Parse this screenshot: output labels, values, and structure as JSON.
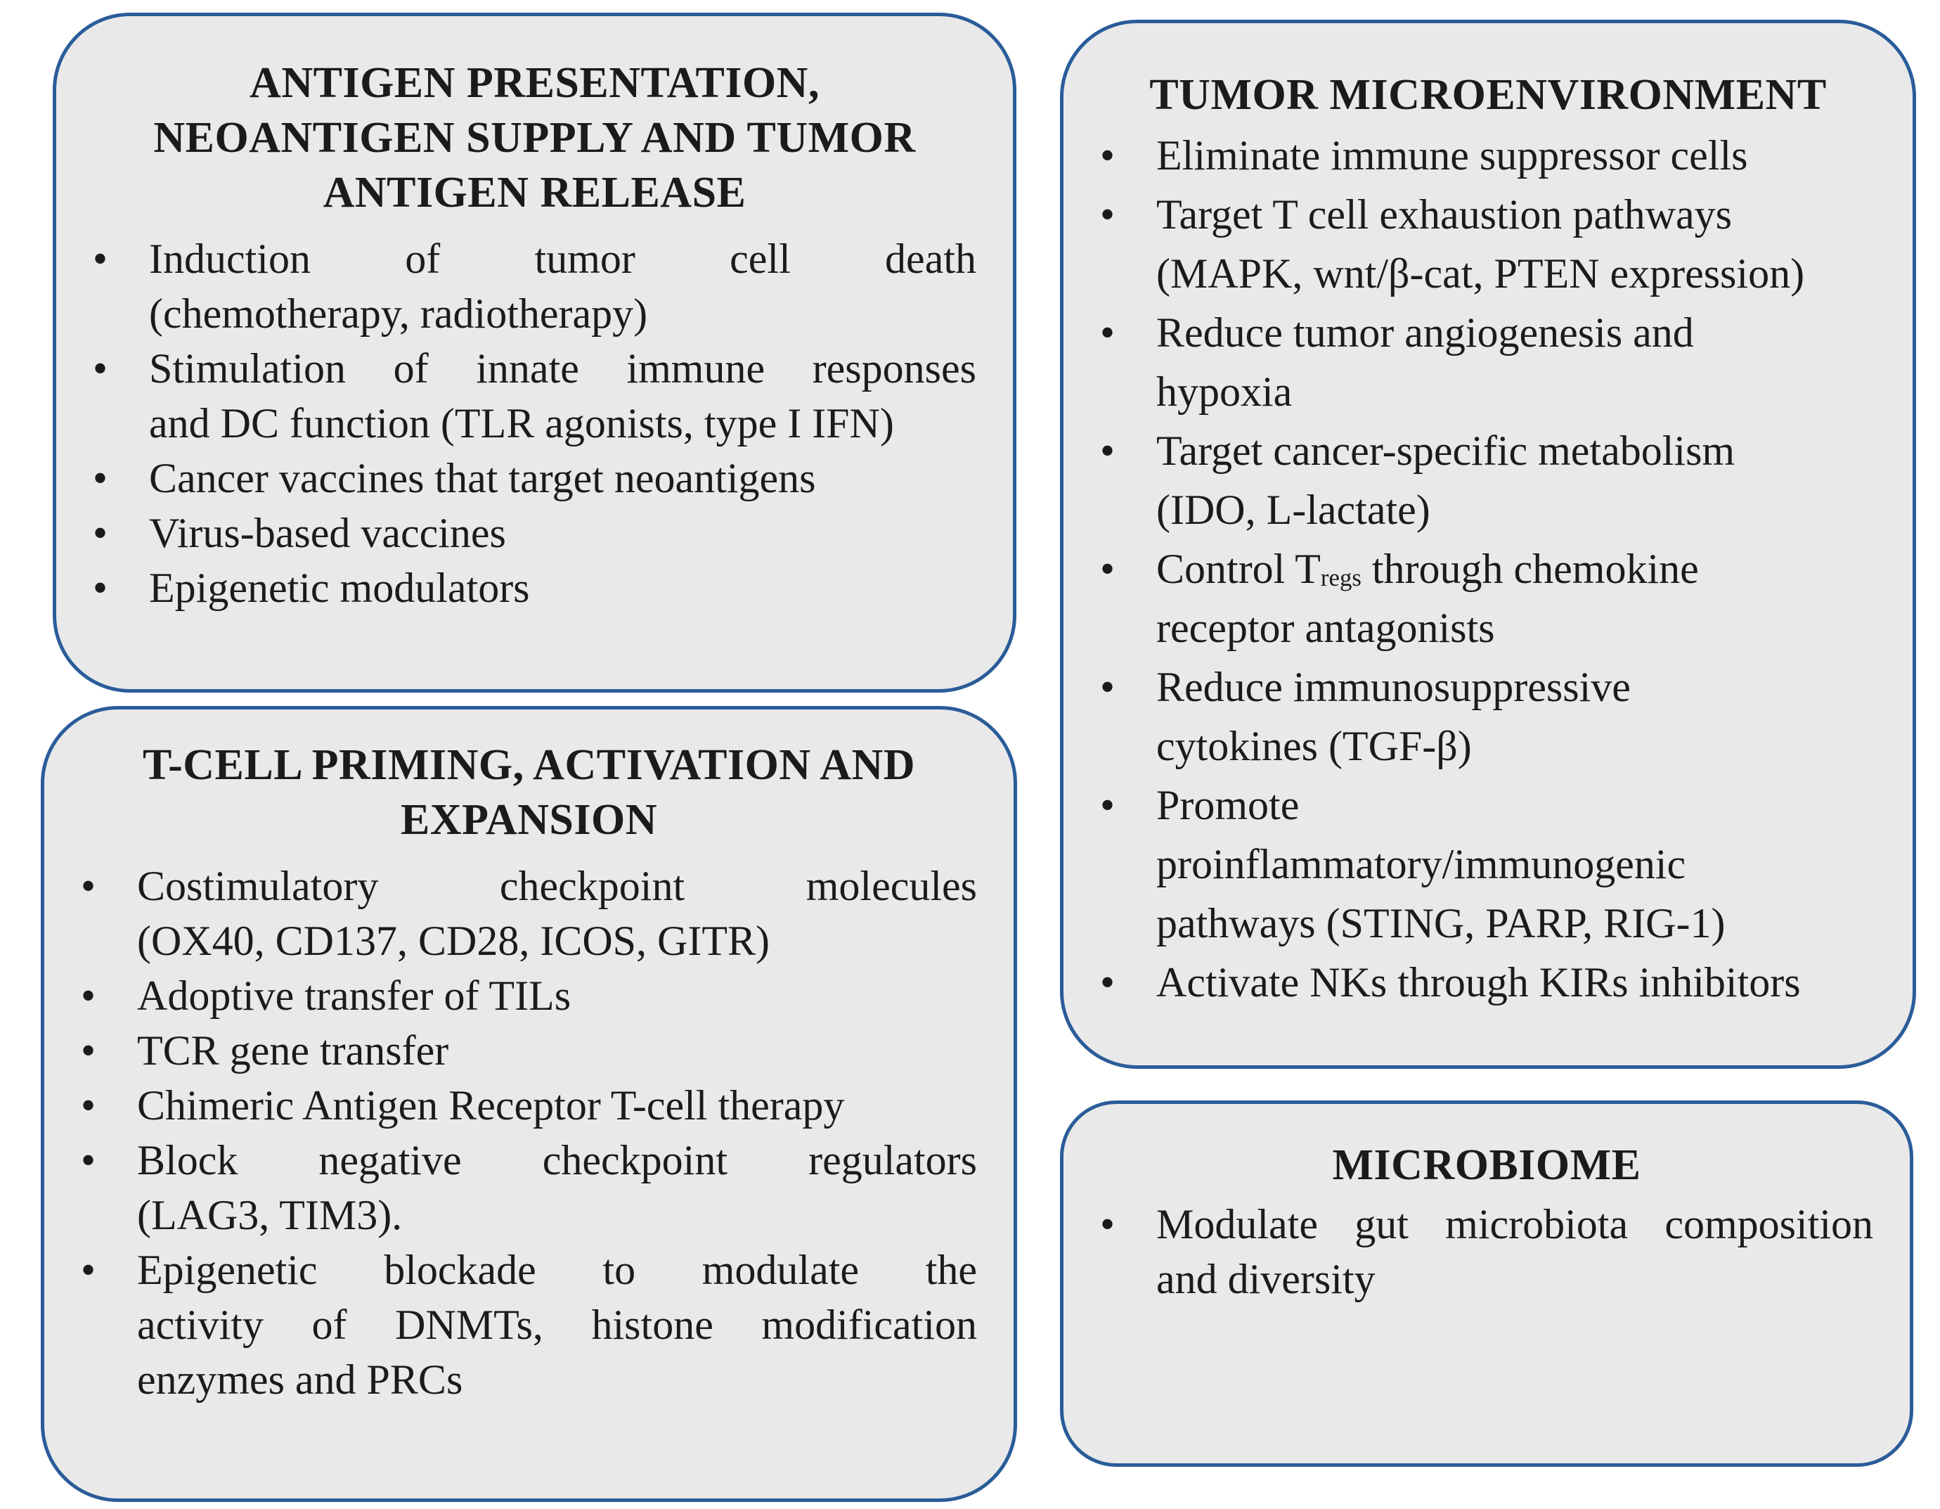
{
  "figure": {
    "type": "four-box bullet list figure",
    "colors": {
      "box_border": "#2a5c99",
      "box_fill": "#e9e9e9",
      "text": "#1b1b1b",
      "background": "#ffffff"
    },
    "bullet_glyph": "•"
  },
  "boxes": [
    {
      "id": "antigen-presentation",
      "title_lines": [
        "ANTIGEN PRESENTATION,",
        "NEOANTIGEN SUPPLY AND TUMOR",
        "ANTIGEN RELEASE"
      ],
      "bullets": [
        {
          "lines": [
            "Induction of tumor cell death",
            "(chemotherapy, radiotherapy)"
          ]
        },
        {
          "lines": [
            "Stimulation of innate immune responses",
            "and DC function (TLR agonists, type I IFN)"
          ]
        },
        {
          "lines": [
            "Cancer vaccines that target neoantigens"
          ]
        },
        {
          "lines": [
            "Virus-based vaccines"
          ]
        },
        {
          "lines": [
            "Epigenetic modulators"
          ]
        }
      ]
    },
    {
      "id": "tcell-priming",
      "title_lines": [
        "T-CELL PRIMING, ACTIVATION AND",
        "EXPANSION"
      ],
      "bullets": [
        {
          "lines": [
            "Costimulatory checkpoint molecules",
            "(OX40, CD137, CD28, ICOS, GITR)"
          ]
        },
        {
          "lines": [
            "Adoptive transfer of TILs"
          ]
        },
        {
          "lines": [
            "TCR gene transfer"
          ]
        },
        {
          "lines": [
            "Chimeric Antigen Receptor T-cell therapy"
          ]
        },
        {
          "lines": [
            "Block negative checkpoint regulators",
            "(LAG3, TIM3)."
          ]
        },
        {
          "lines": [
            "Epigenetic blockade to modulate the",
            "activity of DNMTs, histone modification",
            "enzymes and PRCs"
          ]
        }
      ]
    },
    {
      "id": "tumor-microenvironment",
      "title_lines": [
        "TUMOR MICROENVIRONMENT"
      ],
      "bullets": [
        {
          "lines": [
            "Eliminate immune suppressor cells"
          ]
        },
        {
          "lines": [
            "Target T cell exhaustion pathways",
            "(MAPK, wnt/β-cat, PTEN expression)"
          ]
        },
        {
          "lines": [
            "Reduce tumor angiogenesis and",
            "hypoxia"
          ]
        },
        {
          "lines": [
            "Target cancer-specific metabolism",
            "(IDO, L-lactate)"
          ]
        },
        {
          "lines": [
            "Control T_{regs} through chemokine",
            "receptor antagonists"
          ]
        },
        {
          "lines": [
            "Reduce immunosuppressive",
            "cytokines (TGF-β)"
          ]
        },
        {
          "lines": [
            "Promote",
            "proinflammatory/immunogenic",
            "pathways (STING, PARP, RIG-1)"
          ]
        },
        {
          "lines": [
            "Activate NKs through KIRs inhibitors"
          ]
        }
      ]
    },
    {
      "id": "microbiome",
      "title_lines": [
        "MICROBIOME"
      ],
      "bullets": [
        {
          "lines": [
            "Modulate gut microbiota composition",
            "and diversity"
          ]
        }
      ]
    }
  ]
}
